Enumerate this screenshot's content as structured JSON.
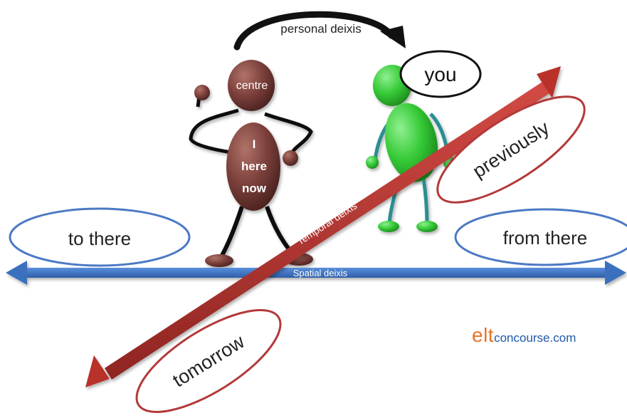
{
  "labels": {
    "personal": "personal deixis",
    "centre": "centre",
    "body_line1": "I",
    "body_line2": "here",
    "body_line3": "now",
    "you": "you",
    "to_there": "to there",
    "from_there": "from there",
    "previously": "previously",
    "tomorrow": "tomorrow",
    "temporal": "Temporal deixis",
    "spatial": "Spatial deixis"
  },
  "brand": {
    "prefix": "elt",
    "suffix": "concourse.com"
  },
  "colors": {
    "spatial_arrow": "#3a6fbf",
    "temporal_arrow": "#b8302c",
    "speaker_figure": "#7b3f3a",
    "listener_figure": "#34c935",
    "listener_limbs": "#2a8e93",
    "oval_blue_outline": "#4b79c4",
    "oval_red_outline": "#b3393a",
    "brand_elt": "#e8732a",
    "brand_concourse": "#1f58a6"
  }
}
